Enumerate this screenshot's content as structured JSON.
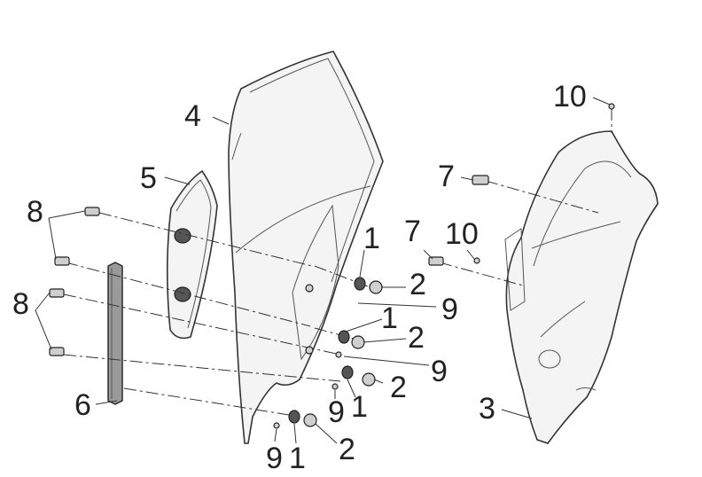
{
  "diagram": {
    "callouts": {
      "c1": "1",
      "c2": "1",
      "c3": "1",
      "c4": "1",
      "c5": "2",
      "c6": "2",
      "c7": "2",
      "c8": "2",
      "c9": "3",
      "c10": "4",
      "c11": "5",
      "c12": "6",
      "c13": "7",
      "c14": "7",
      "c15": "8",
      "c16": "8",
      "c17": "9",
      "c18": "9",
      "c19": "9",
      "c20": "9",
      "c21": "10",
      "c22": "10"
    }
  }
}
